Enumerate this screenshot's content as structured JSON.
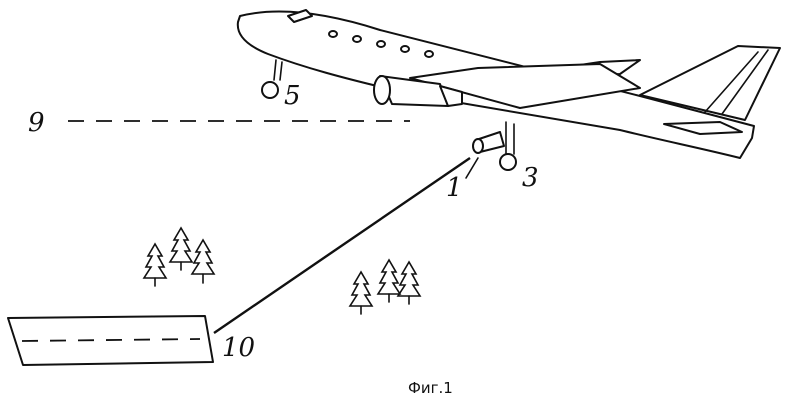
{
  "figure": {
    "caption": "Фиг.1",
    "labels": {
      "reference_9": "9",
      "reference_5": "5",
      "reference_3": "3",
      "reference_1": "1",
      "reference_10": "10"
    }
  }
}
